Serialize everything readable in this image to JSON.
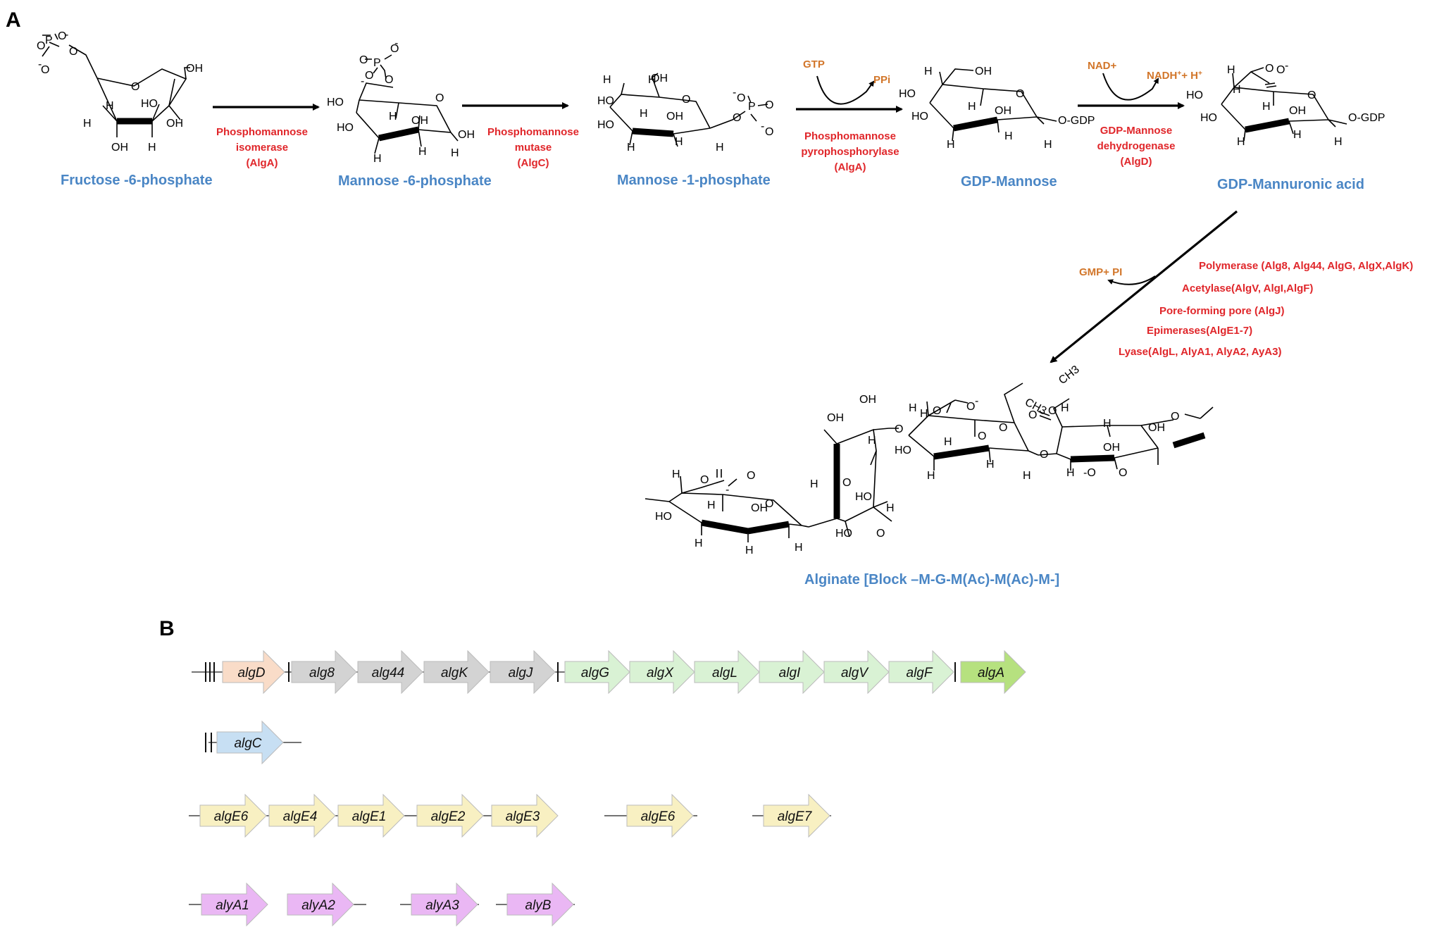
{
  "panels": {
    "a": "A",
    "b": "B"
  },
  "compounds": [
    {
      "id": "f6p",
      "label": "Fructose -6-phosphate"
    },
    {
      "id": "m6p",
      "label": "Mannose -6-phosphate"
    },
    {
      "id": "m1p",
      "label": "Mannose -1-phosphate"
    },
    {
      "id": "gdpm",
      "label": "GDP-Mannose"
    },
    {
      "id": "gdpma",
      "label": "GDP-Mannuronic acid"
    },
    {
      "id": "alginate",
      "label": "Alginate [Block –M-G-M(Ac)-M(Ac)-M-]"
    }
  ],
  "enzymes": {
    "step1": [
      "Phosphomannose",
      "isomerase",
      "(AlgA)"
    ],
    "step2": [
      "Phosphomannose",
      "mutase",
      "(AlgC)"
    ],
    "step3": [
      "Phosphomannose",
      "pyrophosphorylase",
      "(AlgA)"
    ],
    "step4": [
      "GDP-Mannose",
      "dehydrogenase",
      "(AlgD)"
    ],
    "polymerization": [
      "Polymerase  (Alg8, Alg44, AlgG, AlgX,AlgK)",
      "Acetylase(AlgV, AlgI,AlgF)",
      "Pore-forming  pore  (AlgJ)",
      "Epimerases(AlgE1-7)",
      "Lyase(AlgL, AlyA1, AlyA2, AyA3)"
    ]
  },
  "cofactors": {
    "gtp": "GTP",
    "ppi": "PPi",
    "nad": "NAD+",
    "nadh_main": "NADH",
    "nadh_sup": "+",
    "nadh_rest": "+ H",
    "gmp": "GMP+ PI"
  },
  "colors": {
    "compound": "#4a86c5",
    "enzyme": "#e0262a",
    "cofactor": "#d2762a",
    "algD": "#f9dcc8",
    "structural": "#d3d3d3",
    "acetylation": "#d9f2d4",
    "algA": "#b6e17f",
    "algC": "#c7dff3",
    "epimerase": "#f8f0c2",
    "lyase": "#eab7f4"
  },
  "gene_rows": [
    {
      "id": "operon",
      "genes": [
        {
          "name": "algD",
          "group": "algD"
        },
        {
          "name": "alg8",
          "group": "structural"
        },
        {
          "name": "alg44",
          "group": "structural"
        },
        {
          "name": "algK",
          "group": "structural"
        },
        {
          "name": "algJ",
          "group": "structural"
        },
        {
          "name": "algG",
          "group": "acetylation"
        },
        {
          "name": "algX",
          "group": "acetylation"
        },
        {
          "name": "algL",
          "group": "acetylation"
        },
        {
          "name": "algI",
          "group": "acetylation"
        },
        {
          "name": "algV",
          "group": "acetylation"
        },
        {
          "name": "algF",
          "group": "acetylation"
        },
        {
          "name": "algA",
          "group": "algA"
        }
      ]
    },
    {
      "id": "algC",
      "genes": [
        {
          "name": "algC",
          "group": "algC"
        }
      ]
    },
    {
      "id": "epimerases",
      "genes": [
        {
          "name": "algE6",
          "group": "epimerase"
        },
        {
          "name": "algE4",
          "group": "epimerase"
        },
        {
          "name": "algE1",
          "group": "epimerase"
        },
        {
          "name": "algE2",
          "group": "epimerase"
        },
        {
          "name": "algE3",
          "group": "epimerase"
        },
        {
          "name": "algE6",
          "group": "epimerase"
        },
        {
          "name": "algE7",
          "group": "epimerase"
        }
      ]
    },
    {
      "id": "lyases",
      "genes": [
        {
          "name": "alyA1",
          "group": "lyase"
        },
        {
          "name": "alyA2",
          "group": "lyase"
        },
        {
          "name": "alyA3",
          "group": "lyase"
        },
        {
          "name": "alyB",
          "group": "lyase"
        }
      ]
    }
  ],
  "atoms": {
    "H": "H",
    "OH": "OH",
    "HO": "HO",
    "O": "O",
    "P": "P",
    "minus": "-",
    "O_GDP": "O-GDP",
    "CH3": "CH3",
    "O_minus": "-O"
  }
}
